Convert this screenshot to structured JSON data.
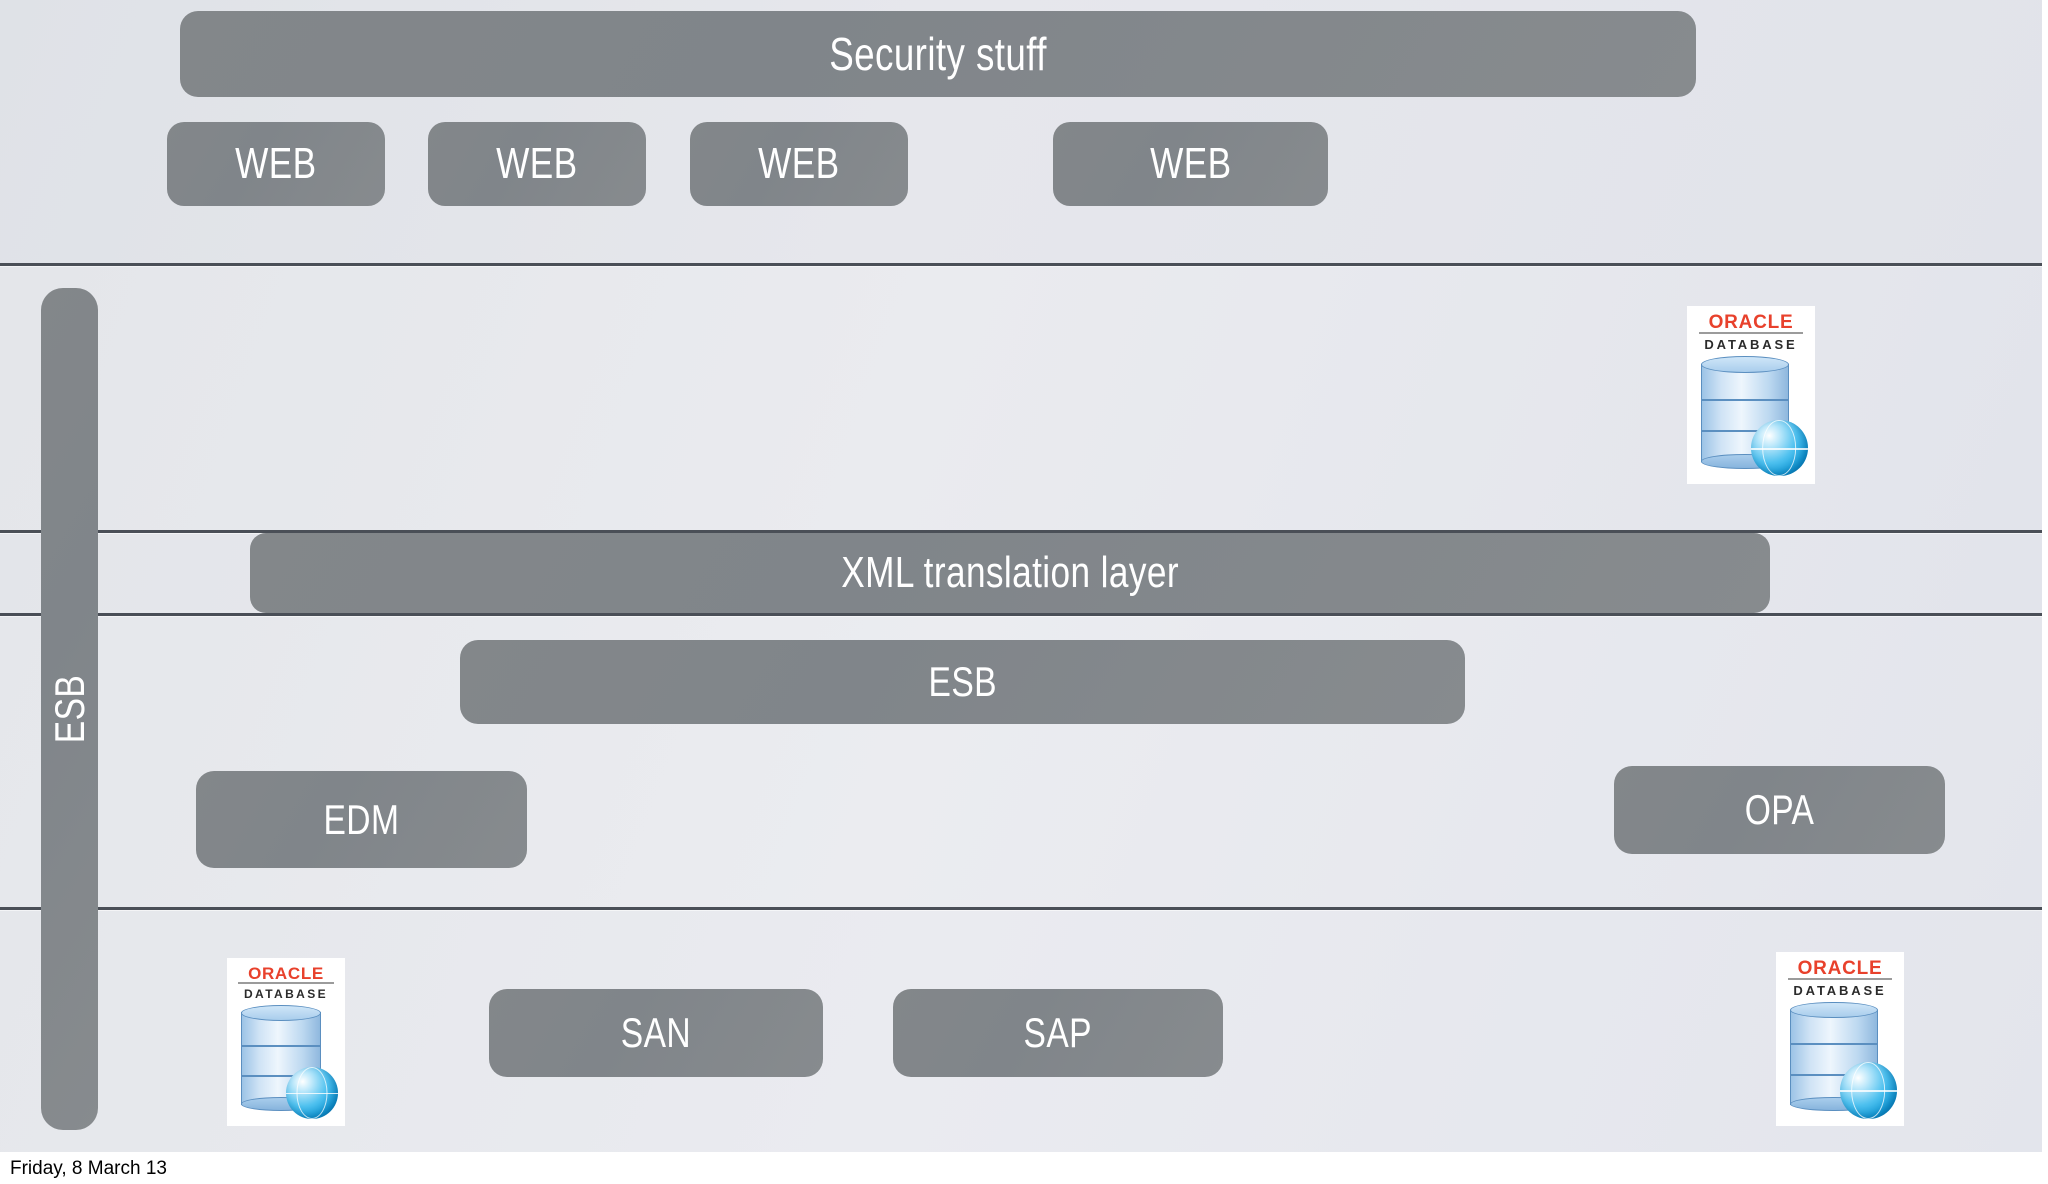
{
  "slide": {
    "title": "Security stuff",
    "footer_date": "Friday, 8 March 13"
  },
  "colors": {
    "pill_grey": "#83878a",
    "pill_text": "#ffffff",
    "band_rule": "#4a4f57",
    "canvas_bg": "#e4e6ec",
    "oracle_red": "#e8412c",
    "oracle_db_text": "#2b2b2b",
    "cylinder_blue": "#a9cdec",
    "globe_blue": "#109bd8"
  },
  "tiers": {
    "presentation": {
      "security_bar": "Security stuff",
      "web_nodes": [
        {
          "label": "WEB"
        },
        {
          "label": "WEB"
        },
        {
          "label": "WEB"
        },
        {
          "label": "WEB"
        }
      ]
    },
    "application": {
      "database": {
        "brand": "ORACLE",
        "product": "DATABASE"
      }
    },
    "translation": {
      "label": "XML translation layer"
    },
    "integration": {
      "bus": "ESB",
      "edm": "EDM",
      "opa": "OPA"
    },
    "backend": {
      "database_left": {
        "brand": "ORACLE",
        "product": "DATABASE"
      },
      "san": "SAN",
      "sap": "SAP",
      "database_right": {
        "brand": "ORACLE",
        "product": "DATABASE"
      }
    },
    "spine": {
      "label": "ESB"
    }
  }
}
